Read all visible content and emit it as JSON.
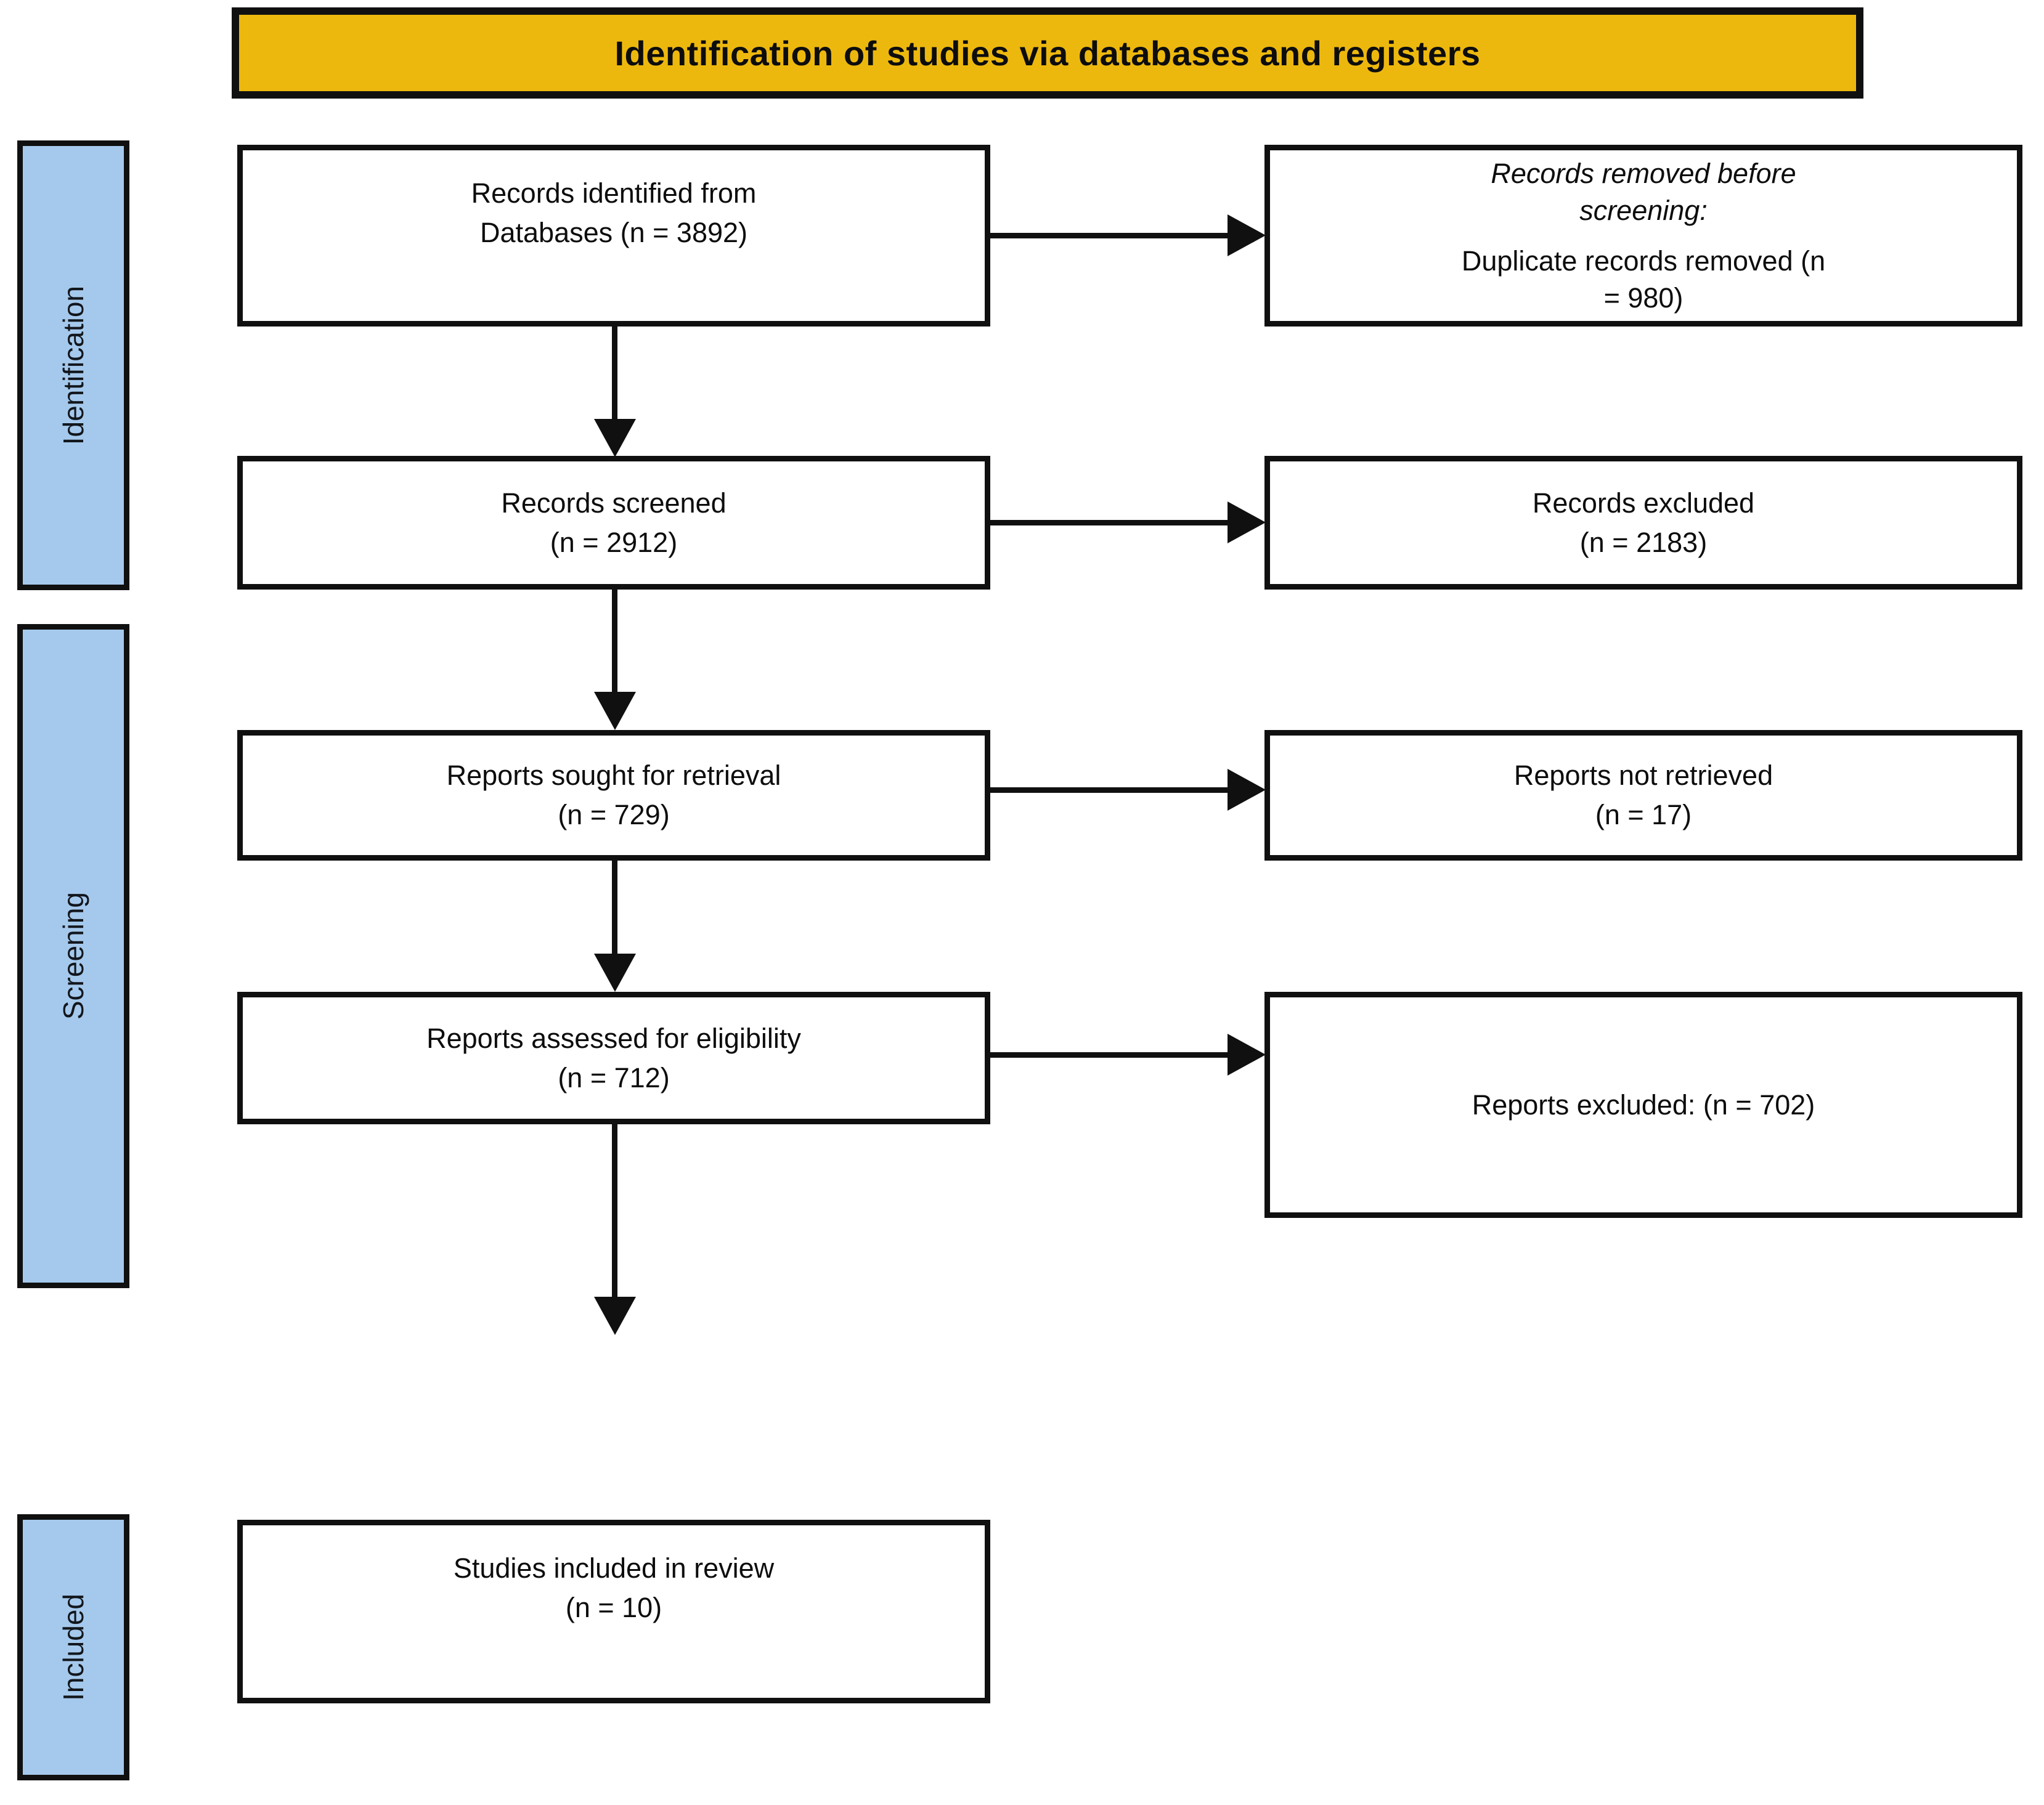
{
  "title": "Identification of studies via databases and registers",
  "colors": {
    "title_bg": "#EDB80E",
    "stage_bg": "#A5C9EC",
    "border": "#101010",
    "box_bg": "#FFFFFF"
  },
  "stages": {
    "identification": "Identification",
    "screening": "Screening",
    "included": "Included"
  },
  "flow": {
    "identified": {
      "line1": "Records identified from",
      "line2": "Databases (n = 3892)"
    },
    "screened": {
      "line1": "Records screened",
      "line2": "(n = 2912)"
    },
    "sought": {
      "line1": "Reports sought for retrieval",
      "line2": "(n = 729)"
    },
    "assessed": {
      "line1": "Reports assessed for eligibility",
      "line2": "(n = 712)"
    },
    "included_studies": {
      "line1": "Studies included in review",
      "line2": "(n = 10)"
    }
  },
  "exclusions": {
    "removed_before_screening": {
      "italic1": "Records removed before",
      "italic2": "screening:",
      "line1": "Duplicate records removed (n",
      "line2": "= 980)"
    },
    "records_excluded": {
      "line1": "Records excluded",
      "line2": "(n = 2183)"
    },
    "not_retrieved": {
      "line1": "Reports not retrieved",
      "line2": "(n = 17)"
    },
    "reports_excluded": {
      "line1": "Reports excluded: (n = 702)"
    }
  }
}
